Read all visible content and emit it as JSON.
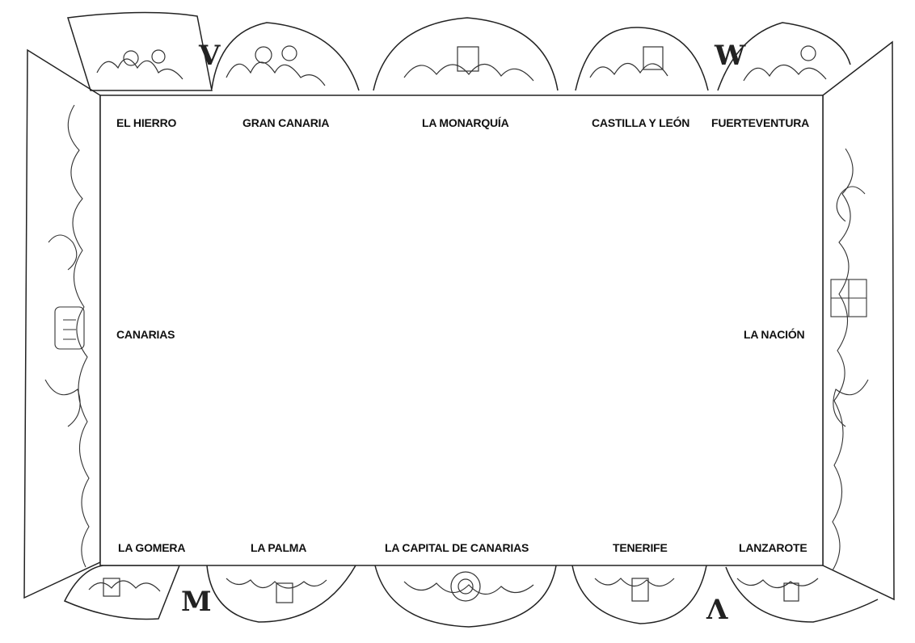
{
  "labels": {
    "top": [
      "EL HIERRO",
      "GRAN CANARIA",
      "LA MONARQUÍA",
      "CASTILLA Y LEÓN",
      "FUERTEVENTURA"
    ],
    "middle_left": "CANARIAS",
    "middle_right": "LA NACIÓN",
    "bottom": [
      "LA GOMERA",
      "LA PALMA",
      "LA CAPITAL DE CANARIAS",
      "TENERIFE",
      "LANZAROTE"
    ]
  },
  "glyphs": {
    "top_left": "V",
    "top_right": "W",
    "bottom_left": "M",
    "bottom_right": "Λ"
  },
  "decorations": {
    "top_panels": [
      "pastoral-scene",
      "figures-scene",
      "coat-of-arms-scene",
      "coat-of-arms-scene",
      "horseman-scene"
    ],
    "bottom_panels": [
      "arms-scene",
      "arms-scene",
      "central-emblem-scene",
      "arms-scene",
      "arms-scene"
    ],
    "side_panels": [
      "left-coat-of-arms-column",
      "right-coat-of-arms-column"
    ]
  }
}
